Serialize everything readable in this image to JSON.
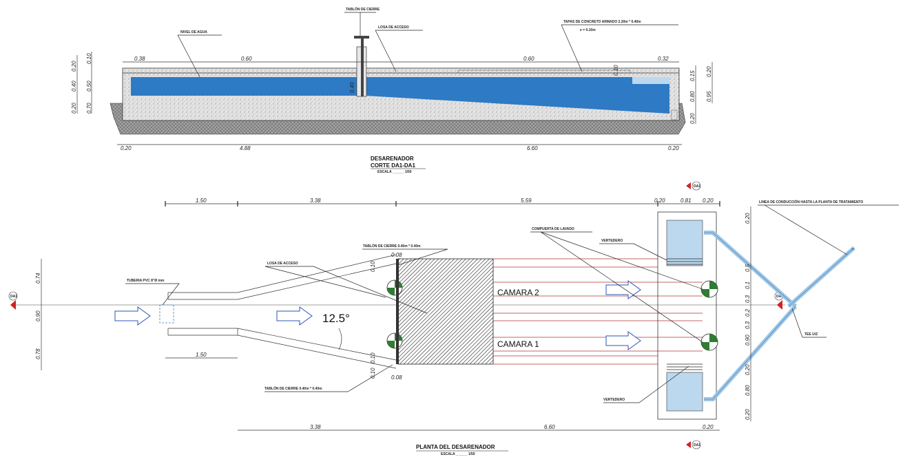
{
  "section": {
    "title": "DESARENADOR",
    "subtitle": "CORTE DA1-DA1",
    "scale_label": "ESCALA ______ 1/50",
    "labels": {
      "water_level": "NIVEL DE AGUA",
      "closing_gate": "TABLÓN DE CIERRE",
      "access_slab": "LOSA DE ACCESO",
      "covers": "TAPAS DE CONCRETO ARMADO 2.20m * 0.40m",
      "covers_thickness": "e = 0.10m"
    },
    "top_dims": [
      "0.38",
      "0.60",
      "0.60",
      "0.32"
    ],
    "bottom_dims": [
      "0.20",
      "4.88",
      "6.60",
      "0.20"
    ],
    "left_dims": [
      "0.10",
      "0.20",
      "0.40",
      "0.50",
      "0.20",
      "0.70"
    ],
    "right_dims": [
      "0.20",
      "0.15",
      "0.80",
      "0.95",
      "0.20"
    ],
    "inner_dims": [
      "0.40",
      "0.10"
    ]
  },
  "plan": {
    "title": "PLANTA DEL DESARENADOR",
    "scale_label": "ESCALA ______ 1/50",
    "angle": "12.5°",
    "chambers": [
      "CAMARA 2",
      "CAMARA 1"
    ],
    "labels": {
      "pipe": "TUBERIA PVC 8\"Ø mm",
      "access_slab": "LOSA DE ACCESO",
      "gate_top": "TABLÓN DE CIERRE 0.40m * 0.40m",
      "gate_bottom": "TABLÓN DE CIERRE 0.40m * 0.40m",
      "wash_gate": "COMPUERTA DE LAVADO",
      "weir_top": "VERTEDERO",
      "weir_bottom": "VERTEDERO",
      "conduction_line": "LINEA DE CONDUCCIÓN HASTA LA PLANTA DE TRATAMIENTO",
      "tee": "TEE U/Z"
    },
    "top_dims": [
      "1.50",
      "3.38",
      "5.59",
      "0.20",
      "0.81",
      "0.20"
    ],
    "bottom_dims": [
      "3.38",
      "6.60",
      "0.20"
    ],
    "inlet_dim": "1.50",
    "left_dims": [
      "0.74",
      "0.90",
      "0.78"
    ],
    "right_dims": [
      "0.20",
      "0.5",
      "0.1",
      "0.3",
      "0.2",
      "0.3",
      "0.90",
      "0.20",
      "0.80",
      "0.20"
    ],
    "gate_dims": [
      "0.08",
      "0.10",
      "0.10",
      "0.10",
      "0.08"
    ],
    "section_marker": "DA1"
  },
  "colors": {
    "water": "#2e7ac4",
    "light_water": "#bcd8ee",
    "concrete": "#d8d8d8",
    "soil": "#9a9a9a",
    "arrow": "#2a55b5",
    "gate_green": "#2e7d32",
    "marker_red": "#d22222"
  }
}
